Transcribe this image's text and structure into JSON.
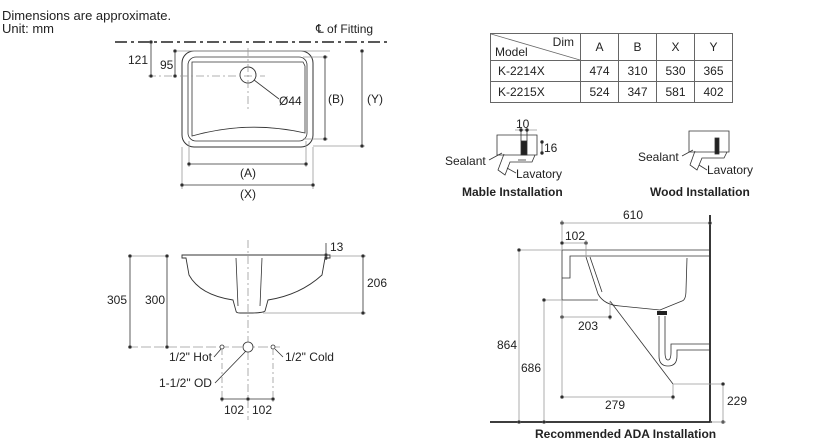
{
  "notes": {
    "line1": "Dimensions are approximate.",
    "line2": "Unit: mm"
  },
  "top_view": {
    "centerline_label": "℄ of Fitting",
    "dim_121": "121",
    "dim_95": "95",
    "drain_diameter": "Ø44",
    "label_B": "(B)",
    "label_Y": "(Y)",
    "label_A": "(A)",
    "label_X": "(X)"
  },
  "dimension_table": {
    "header_dim": "Dim",
    "header_model": "Model",
    "columns": [
      "A",
      "B",
      "X",
      "Y"
    ],
    "rows": [
      {
        "model": "K-2214X",
        "values": [
          "474",
          "310",
          "530",
          "365"
        ]
      },
      {
        "model": "K-2215X",
        "values": [
          "524",
          "347",
          "581",
          "402"
        ]
      }
    ]
  },
  "marble_installation": {
    "dim_10": "10",
    "dim_16": "16",
    "sealant": "Sealant",
    "lavatory": "Lavatory",
    "title": "Mable Installation"
  },
  "wood_installation": {
    "sealant": "Sealant",
    "lavatory": "Lavatory",
    "title": "Wood Installation"
  },
  "side_view": {
    "dim_13": "13",
    "dim_206": "206",
    "dim_305": "305",
    "dim_300": "300",
    "hot": "1/2\" Hot",
    "cold": "1/2\" Cold",
    "od": "1-1/2\" OD",
    "dim_102_left": "102",
    "dim_102_right": "102"
  },
  "ada_installation": {
    "dim_610": "610",
    "dim_102": "102",
    "dim_203": "203",
    "dim_864": "864",
    "dim_686": "686",
    "dim_279": "279",
    "dim_229": "229",
    "title": "Recommended ADA Installation"
  }
}
